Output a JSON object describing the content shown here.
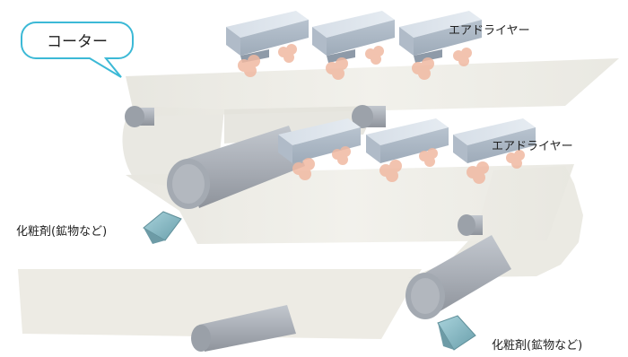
{
  "callout": {
    "text": "コーター"
  },
  "labels": {
    "dryer_upper": "エアドライヤー",
    "dryer_lower": "エアドライヤー",
    "agent_left": "化粧剤(鉱物など)",
    "agent_right": "化粧剤(鉱物など)"
  },
  "colors": {
    "web": "#ecebe4",
    "roller": "#a7adb6",
    "dryer": "#c5cfda",
    "air": "#efb59d",
    "callout_border": "#3cb9d6",
    "crystal": "#7fb2bd"
  }
}
